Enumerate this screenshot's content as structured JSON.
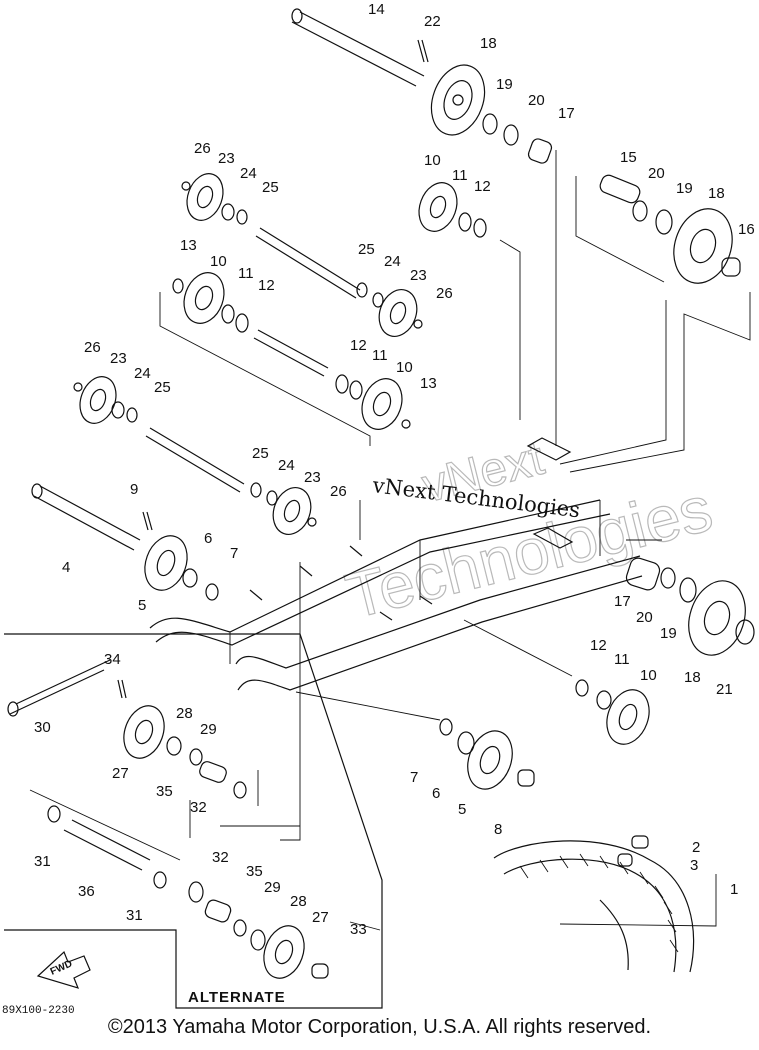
{
  "watermark": {
    "line1": "vNext",
    "line2": "Technologies",
    "overlay": "vNext Technologies"
  },
  "diagram_code": "89X100-2230",
  "alternate_label": "ALTERNATE",
  "fwd_label": "FWD",
  "copyright": "©2013 Yamaha Motor Corporation, U.S.A. All rights reserved.",
  "callouts": [
    "14",
    "22",
    "18",
    "19",
    "20",
    "17",
    "26",
    "23",
    "24",
    "25",
    "10",
    "11",
    "12",
    "15",
    "20",
    "19",
    "18",
    "16",
    "13",
    "10",
    "11",
    "12",
    "25",
    "24",
    "23",
    "26",
    "12",
    "11",
    "10",
    "13",
    "26",
    "23",
    "24",
    "25",
    "25",
    "24",
    "23",
    "26",
    "9",
    "4",
    "6",
    "7",
    "5",
    "17",
    "20",
    "19",
    "18",
    "21",
    "34",
    "30",
    "28",
    "29",
    "27",
    "35",
    "32",
    "12",
    "11",
    "10",
    "7",
    "6",
    "5",
    "8",
    "2",
    "3",
    "1",
    "31",
    "36",
    "31",
    "32",
    "35",
    "29",
    "28",
    "27",
    "33"
  ]
}
